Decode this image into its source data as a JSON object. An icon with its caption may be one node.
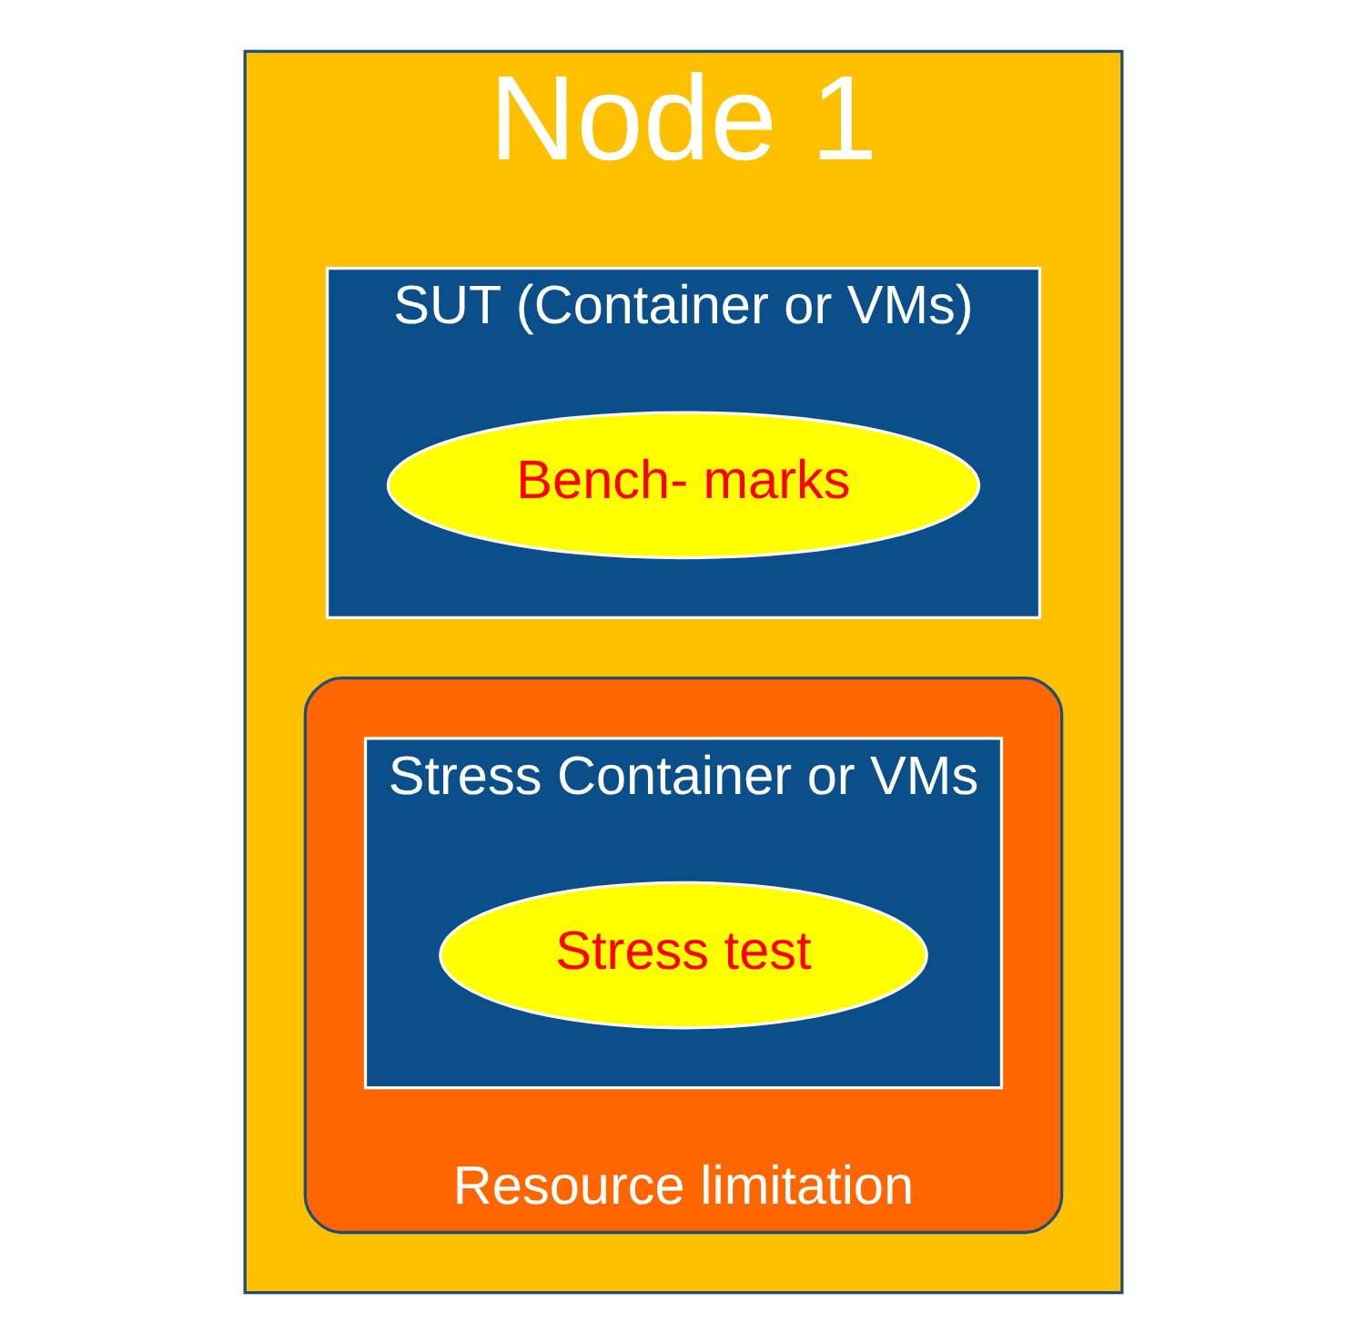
{
  "diagram": {
    "nodes": [
      {
        "text": [
          "Node 1"
        ]
      },
      {
        "text": [
          "SUT (Container or VMs)"
        ],
        "in": 0
      },
      {
        "text": [
          "Bench- marks"
        ],
        "in": 1
      },
      {
        "text": [
          "Resource limitation"
        ],
        "in": 0
      },
      {
        "text": [
          "Stress Container or VMs"
        ],
        "in": 3
      },
      {
        "text": [
          "Stress test"
        ],
        "in": 4
      }
    ],
    "edges": []
  }
}
